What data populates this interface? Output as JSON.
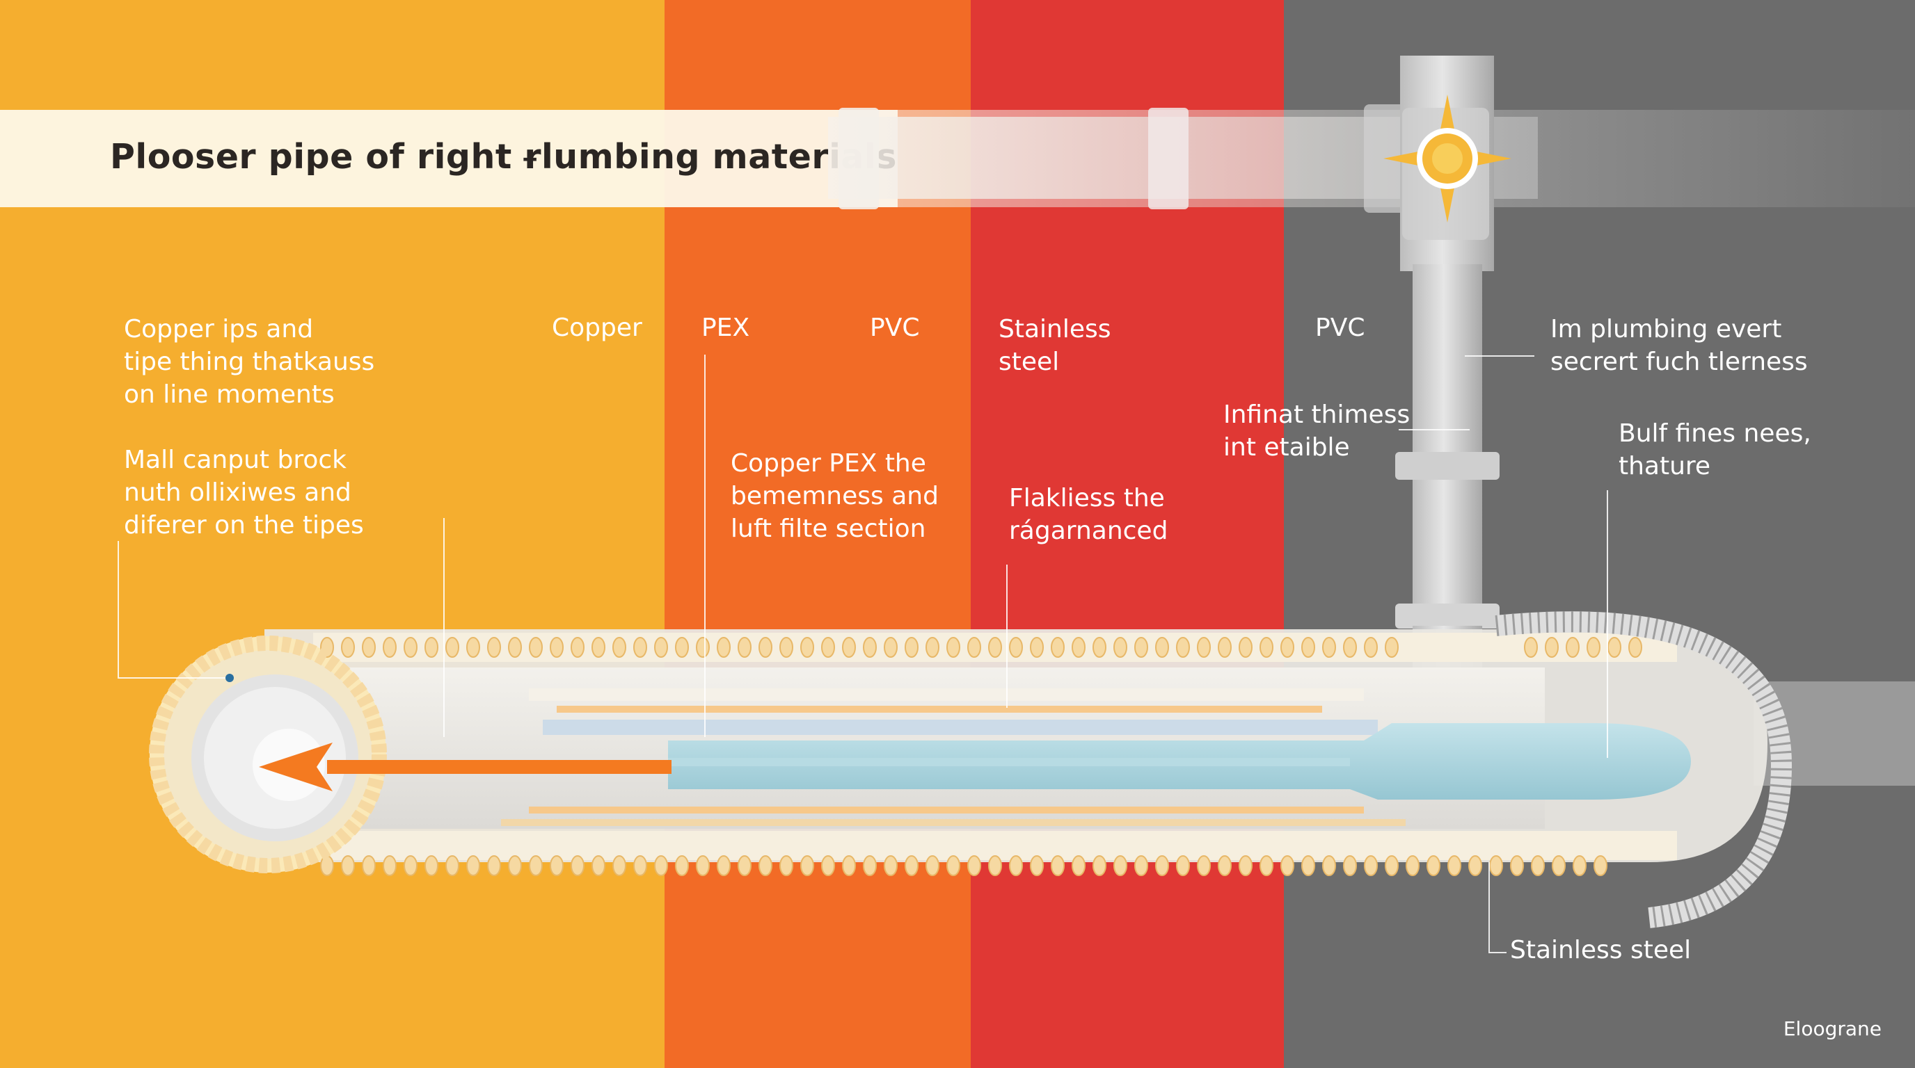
{
  "title": "Plooser pipe of right ɍlumbing materials",
  "colors": {
    "band_yellow": "#F5AE2F",
    "band_orange": "#F26B26",
    "band_red": "#E03834",
    "band_gray": "#6C6C6C",
    "accent_orange": "#F47A20",
    "pipe_blue": "#A9D3DC"
  },
  "column_labels": {
    "copper": "Copper",
    "pex": "PEX",
    "pvc_1": "PVC",
    "stainless": "Stainless\nsteel",
    "pvc_2": "PVC"
  },
  "callouts": {
    "yellow_top": "Copper ips and\ntipe thing thatkauss\non line moments",
    "yellow_mid": "Mall canput brock\nnuth ollixiwes and\ndiferer on the tipes",
    "orange_mid": "Copper PEX the\nbememness and\nluft filte section",
    "red_mid": "Flakliess the\nrágarnanced",
    "gray_infinat": "Infinat thimess\nint etaible",
    "gray_right_top": "Im plumbing evert\nsecrert fuch tlerness",
    "gray_right_mid": "Bulf fines nees,\nthature",
    "gray_bottom": "Stainless steel"
  },
  "credit": "Eloograne",
  "icons": [
    "valve-star-icon",
    "flow-arrow-icon"
  ]
}
